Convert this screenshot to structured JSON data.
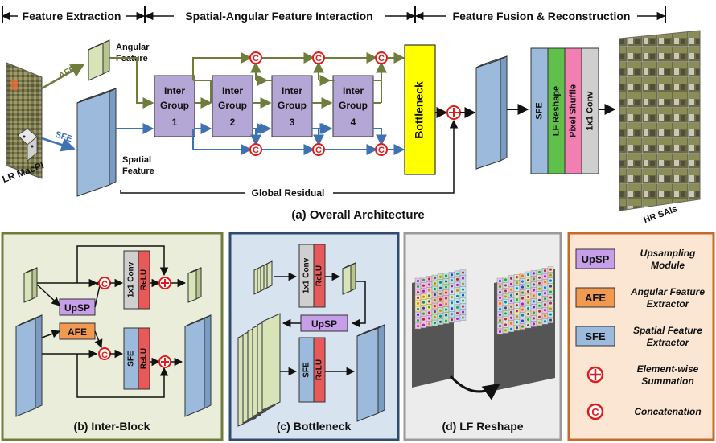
{
  "header": {
    "section1": "Feature Extraction",
    "section2": "Spatial-Angular Feature Interaction",
    "section3": "Feature Fusion & Reconstruction"
  },
  "architecture": {
    "input_label": "LR MacPI",
    "afe_label": "AFE",
    "sfe_label": "SFE",
    "angular_feature": [
      "Angular",
      "Feature"
    ],
    "spatial_feature": [
      "Spatial",
      "Feature"
    ],
    "inter_groups": [
      {
        "line1": "Inter",
        "line2": "Group",
        "num": "1"
      },
      {
        "line1": "Inter",
        "line2": "Group",
        "num": "2"
      },
      {
        "line1": "Inter",
        "line2": "Group",
        "num": "3"
      },
      {
        "line1": "Inter",
        "line2": "Group",
        "num": "4"
      }
    ],
    "bottleneck": "Bottleneck",
    "global_residual": "Global Residual",
    "recon_blocks": [
      "SFE",
      "LF Reshape",
      "Pixel Shuffle",
      "1x1 Conv"
    ],
    "output_label": "HR SAIs",
    "caption": "(a) Overall Architecture",
    "concat_symbol": "C",
    "sum_symbol": "+"
  },
  "inter_block": {
    "caption": "(b) Inter-Block",
    "conv": "1x1 Conv",
    "relu": "ReLU",
    "sfe": "SFE",
    "upsp": "UpSP",
    "afe": "AFE"
  },
  "bottleneck_panel": {
    "caption": "(c) Bottleneck",
    "conv": "1x1 Conv",
    "relu": "ReLU",
    "sfe": "SFE",
    "upsp": "UpSP"
  },
  "lf_reshape": {
    "caption": "(d) LF Reshape"
  },
  "legend": {
    "items": [
      {
        "symbol": "UpSP",
        "text": [
          "Upsampling",
          "Module"
        ]
      },
      {
        "symbol": "AFE",
        "text": [
          "Angular Feature",
          "Extractor"
        ]
      },
      {
        "symbol": "SFE",
        "text": [
          "Spatial Feature",
          "Extractor"
        ]
      },
      {
        "symbol": "+",
        "text": [
          "Element-wise",
          "Summation"
        ]
      },
      {
        "symbol": "C",
        "text": [
          "Concatenation"
        ]
      }
    ]
  },
  "colors": {
    "angular_path": "#6e7d3b",
    "spatial_path": "#3f72b3",
    "inter_group": "#b4a7d6",
    "bottleneck": "#ffff00",
    "feature_block": "#9cbbdc",
    "relu": "#e85a5a",
    "sfe_green": "#5fc04a",
    "pixel_shuffle": "#f27fb1",
    "conv_gray": "#cfcfcf",
    "red_symbol": "#e01b1b",
    "upsp": "#c79ee8",
    "afe": "#f19a4f",
    "panel_b_bg": "#eaedd9",
    "panel_b_border": "#6e7d3b",
    "panel_c_bg": "#d8e3f0",
    "panel_c_border": "#2e4d6e",
    "panel_d_bg": "#ececec",
    "panel_d_border": "#9a9a9a",
    "legend_bg": "#fbe6d4",
    "legend_border": "#c56a2a"
  }
}
